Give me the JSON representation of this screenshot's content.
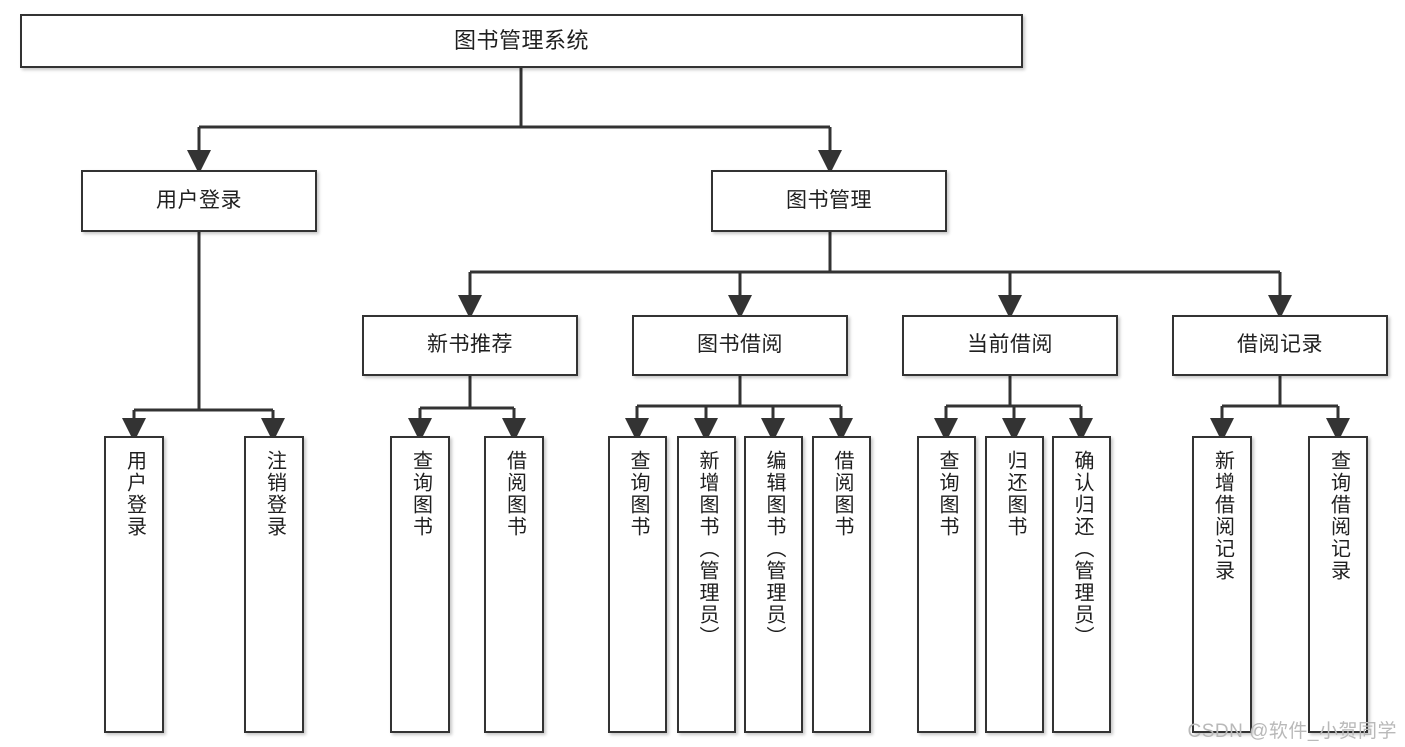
{
  "diagram": {
    "title": "图书管理系统",
    "watermark": "CSDN @软件_小贺同学",
    "colors": {
      "box_border": "#333333",
      "line": "#333333",
      "text": "#1f1f1f",
      "background": "#ffffff",
      "watermark": "#b9b9b9"
    },
    "type": "tree",
    "nodes": {
      "root": {
        "label": "图书管理系统"
      },
      "level2": [
        {
          "label": "用户登录"
        },
        {
          "label": "图书管理"
        }
      ],
      "level3": [
        {
          "label": "新书推荐"
        },
        {
          "label": "图书借阅"
        },
        {
          "label": "当前借阅"
        },
        {
          "label": "借阅记录"
        }
      ],
      "leaves": {
        "user_login": [
          {
            "label": "用户登录"
          },
          {
            "label": "注销登录"
          }
        ],
        "new_book_recommend": [
          {
            "label": "查询图书"
          },
          {
            "label": "借阅图书"
          }
        ],
        "book_borrow": [
          {
            "label": "查询图书"
          },
          {
            "label": "新增图书（管理员）"
          },
          {
            "label": "编辑图书（管理员）"
          },
          {
            "label": "借阅图书"
          }
        ],
        "current_borrow": [
          {
            "label": "查询图书"
          },
          {
            "label": "归还图书"
          },
          {
            "label": "确认归还（管理员）"
          }
        ],
        "borrow_record": [
          {
            "label": "新增借阅记录"
          },
          {
            "label": "查询借阅记录"
          }
        ]
      }
    }
  }
}
